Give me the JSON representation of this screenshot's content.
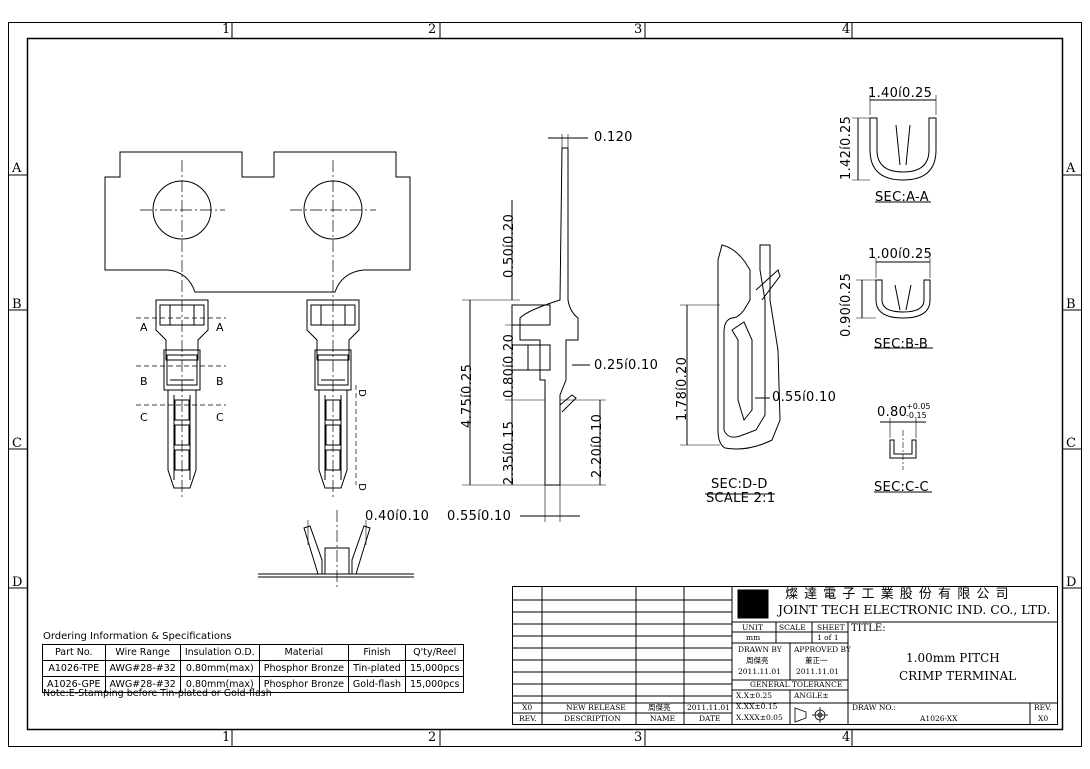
{
  "border": {
    "columns": [
      "1",
      "2",
      "3",
      "4"
    ],
    "rows": [
      "A",
      "B",
      "C",
      "D"
    ]
  },
  "dims": {
    "pitch_width": "0.120",
    "d1": "0.50í0.20",
    "d2": "0.80í0.20",
    "d3": "4.75í0.25",
    "d4": "0.25í0.10",
    "d5": "2.35í0.15",
    "d6": "2.20í0.10",
    "d7": "0.40í0.10",
    "d8": "0.55í0.10",
    "d9": "1.78í0.20",
    "d10": "0.55í0.10",
    "sec_a_w": "1.40í0.25",
    "sec_a_h": "1.42í0.25",
    "sec_b_w": "1.00í0.25",
    "sec_b_h": "0.90í0.25",
    "sec_c_w": "0.80",
    "sec_c_tol_plus": "+0.05",
    "sec_c_tol_minus": "-0.15"
  },
  "section_marks": {
    "a": "A",
    "b": "B",
    "c": "C",
    "d": "D"
  },
  "captions": {
    "sec_a": "SEC:A-A",
    "sec_b": "SEC:B-B",
    "sec_c": "SEC:C-C",
    "sec_d": "SEC:D-D",
    "scale": "SCALE 2:1"
  },
  "ordering": {
    "title": "Ordering Information & Specifications",
    "headers": [
      "Part No.",
      "Wire Range",
      "Insulation O.D.",
      "Material",
      "Finish",
      "Q'ty/Reel"
    ],
    "rows": [
      [
        "A1026-TPE",
        "AWG#28-#32",
        "0.80mm(max)",
        "Phosphor Bronze",
        "Tin-plated",
        "15,000pcs"
      ],
      [
        "A1026-GPE",
        "AWG#28-#32",
        "0.80mm(max)",
        "Phosphor Bronze",
        "Gold-flash",
        "15,000pcs"
      ]
    ],
    "note": "Note:E-Stamping before Tin-plated or Gold-flash"
  },
  "title_block": {
    "company_cn": "燦 達 電 子 工 業 股 份 有 限 公 司",
    "company_en": "JOINT TECH ELECTRONIC IND. CO., LTD.",
    "unit_label": "UNIT",
    "unit_value": "mm",
    "scale_label": "SCALE",
    "sheet_label": "SHEET",
    "sheet_value": "1 of 1",
    "title_label": "TITLE:",
    "title_line1": "1.00mm PITCH",
    "title_line2": "CRIMP TERMINAL",
    "drawn_label": "DRAWN BY",
    "drawn_name": "周傑亮",
    "drawn_date": "2011.11.01",
    "approved_label": "APPROVED BY",
    "approved_name": "董正一",
    "approved_date": "2011.11.01",
    "tolerance_label": "GENERAL TOLERANCE",
    "tol1": "X.X±0.25",
    "tol2": "X.XX±0.15",
    "tol3": "X.XXX±0.05",
    "angle_label": "ANGLE±",
    "drawno_label": "DRAW NO.:",
    "drawno_value": "A1026-XX",
    "rev_label": "REV.",
    "rev_value": "X0",
    "rev_row": {
      "rev": "X0",
      "desc": "NEW RELEASE",
      "name": "周傑亮",
      "date": "2011.11.01"
    },
    "rev_header": {
      "rev": "REV.",
      "desc": "DESCRIPTION",
      "name": "NAME",
      "date": "DATE"
    }
  }
}
